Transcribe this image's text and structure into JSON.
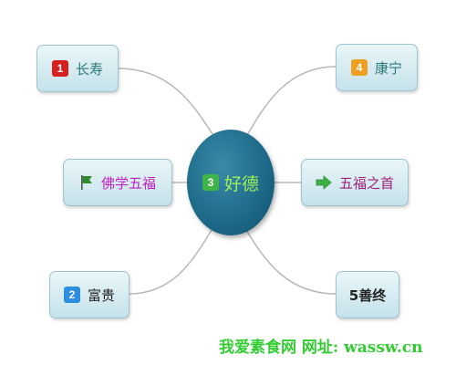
{
  "center": {
    "number": "3",
    "label": "好德",
    "badge_color": "#3fb549",
    "label_color": "#9df05a"
  },
  "nodes": {
    "longevity": {
      "number": "1",
      "label": "长寿",
      "badge_color": "#d61f1f",
      "label_color": "#2a7a78"
    },
    "buddhism": {
      "icon": "flag-icon",
      "label": "佛学五福",
      "icon_color": "#2e8b2e",
      "label_color": "#c020c0"
    },
    "wealth": {
      "number": "2",
      "label": "富贵",
      "badge_color": "#2d8ee0",
      "label_color": "#222222"
    },
    "health": {
      "number": "4",
      "label": "康宁",
      "badge_color": "#f0a020",
      "label_color": "#2a7a78"
    },
    "first": {
      "icon": "right-arrow-icon",
      "label": "五福之首",
      "icon_color": "#3cb043",
      "label_color": "#a0207a"
    },
    "good_end": {
      "label": "5善终",
      "label_color": "#222222"
    }
  },
  "watermark": "我爱素食网 网址: wassw.cn",
  "connector_color": "#b8b8b8"
}
